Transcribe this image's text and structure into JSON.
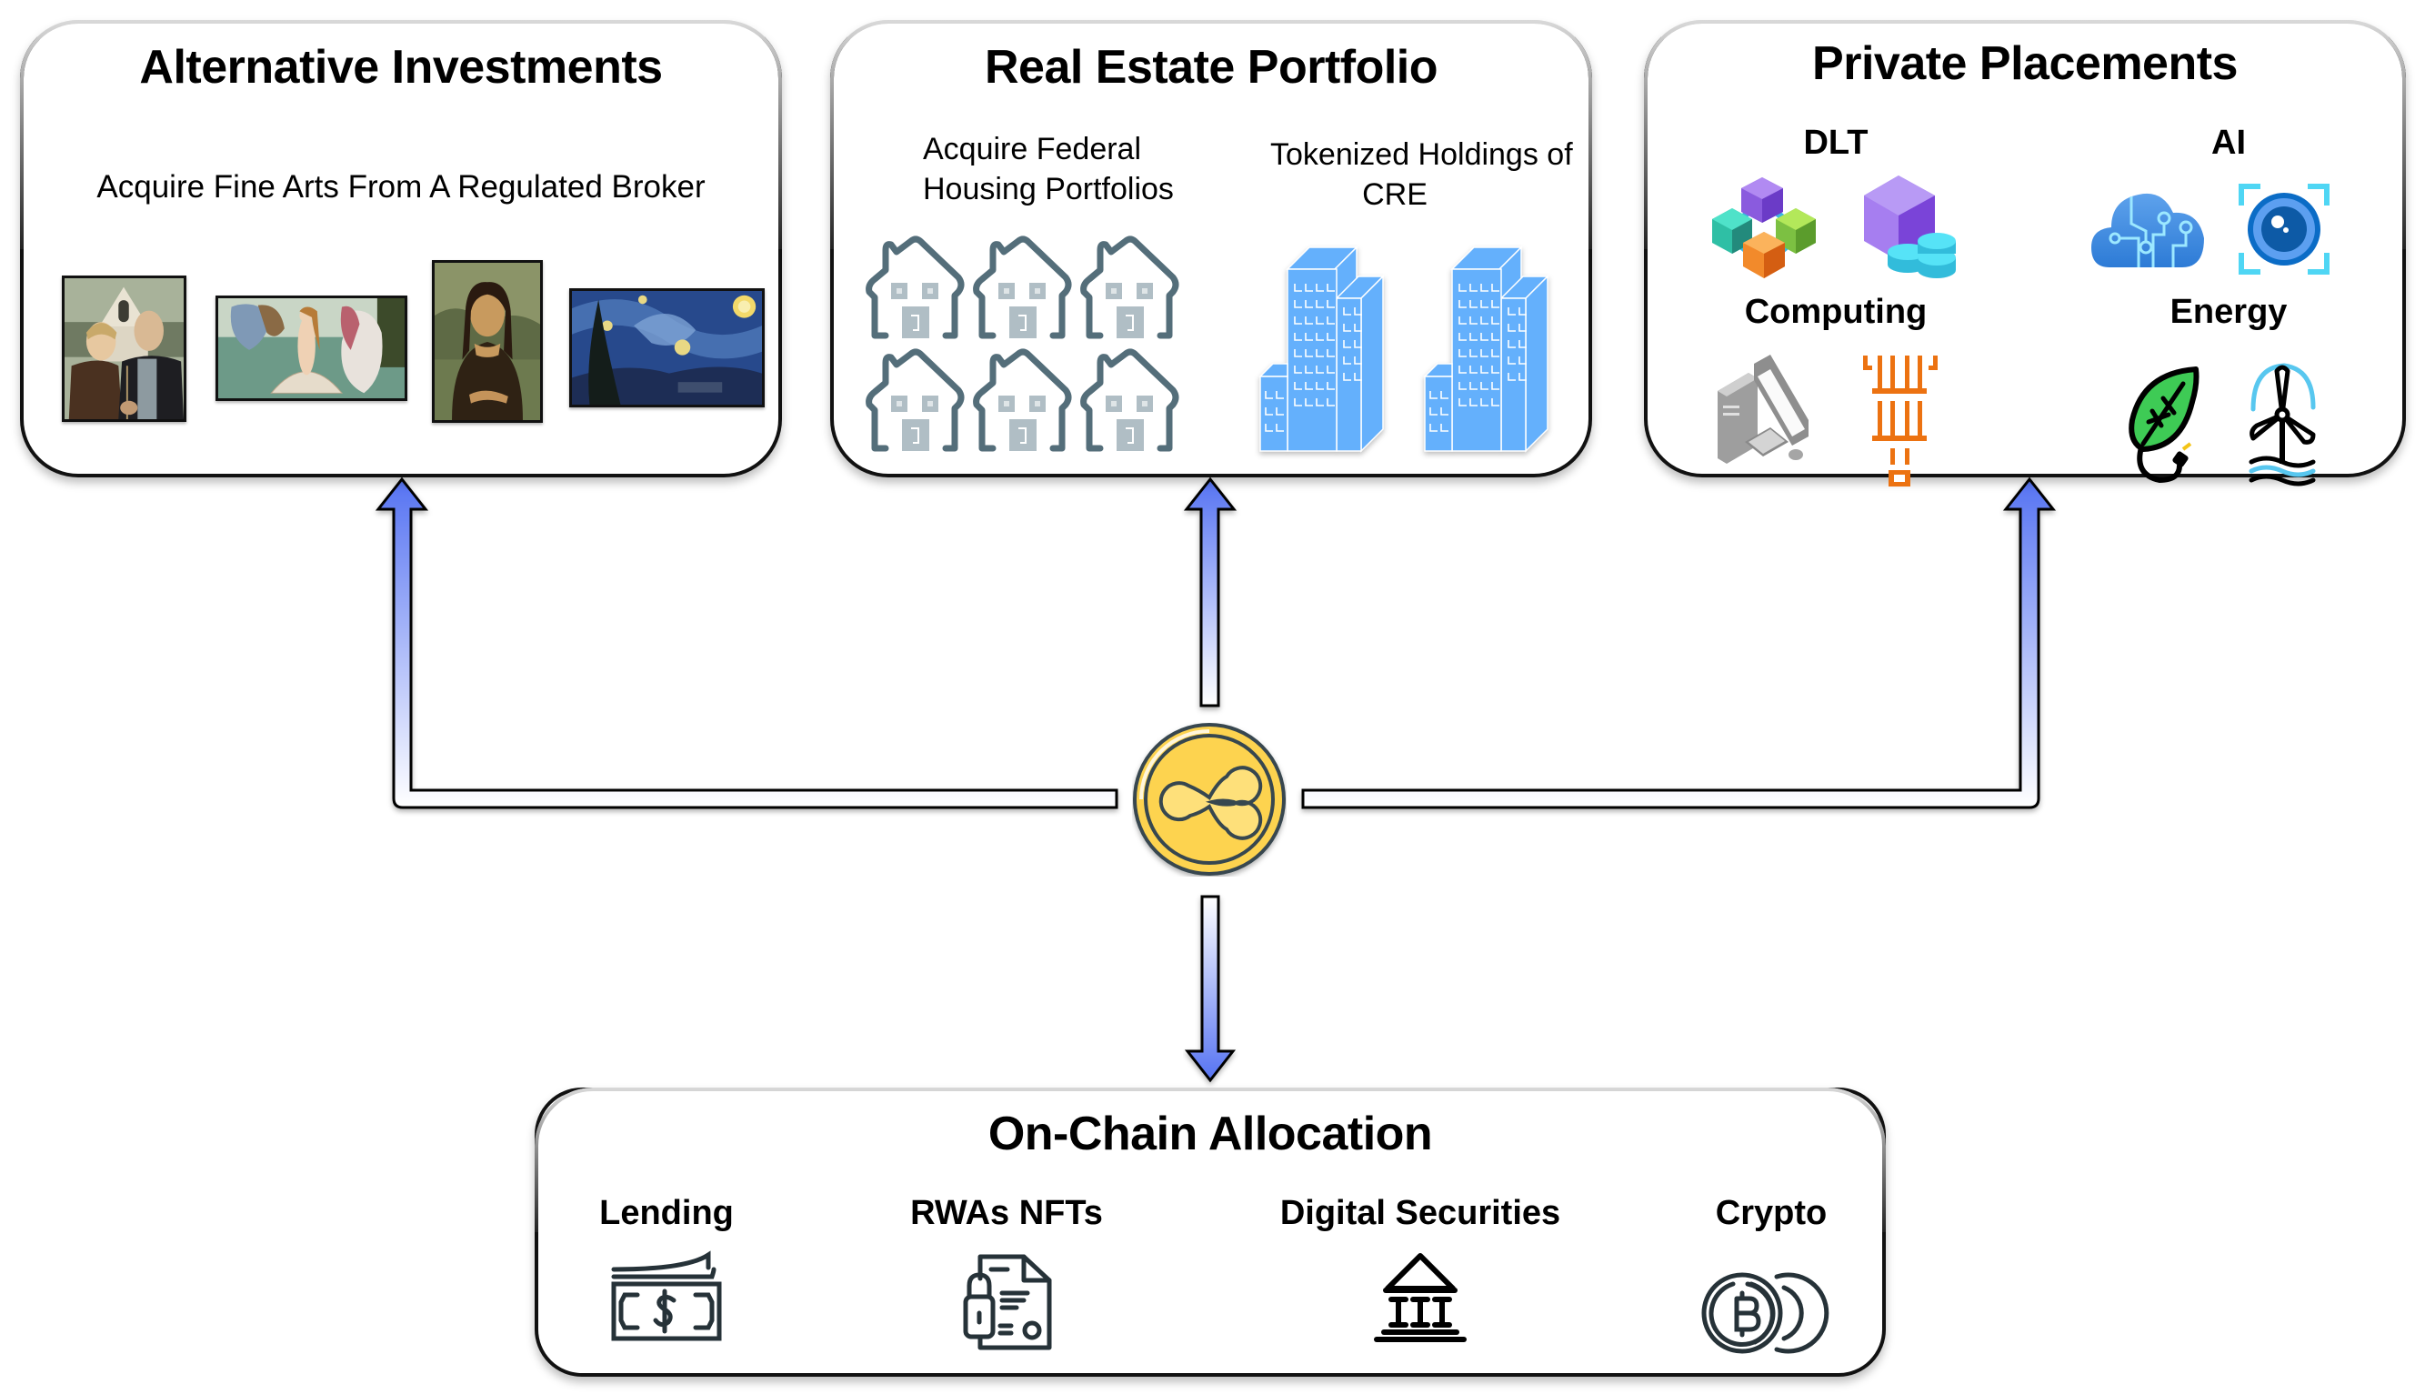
{
  "cards": {
    "alternative": {
      "title": "Alternative Investments",
      "subtitle": "Acquire Fine Arts From A Regulated Broker",
      "artworks": [
        {
          "name": "american-gothic"
        },
        {
          "name": "birth-of-venus"
        },
        {
          "name": "mona-lisa"
        },
        {
          "name": "starry-night"
        }
      ]
    },
    "real_estate": {
      "title": "Real Estate Portfolio",
      "left_caption_line1": "Acquire Federal",
      "left_caption_line2": "Housing Portfolios",
      "right_caption_line1": "Tokenized Holdings of",
      "right_caption_line2": "CRE",
      "house_count": 6,
      "building_count": 2,
      "colors": {
        "house_outline": "#546e7a",
        "house_fill": "#b0bec5",
        "building": "#64b0fc"
      }
    },
    "private": {
      "title": "Private Placements",
      "groups": [
        {
          "label": "DLT",
          "icons": [
            "blockchain-network-icon",
            "block-storage-icon"
          ]
        },
        {
          "label": "AI",
          "icons": [
            "ai-cloud-icon",
            "computer-vision-icon"
          ]
        },
        {
          "label": "Computing",
          "icons": [
            "desktop-computer-icon",
            "quantum-processor-icon"
          ]
        },
        {
          "label": "Energy",
          "icons": [
            "green-energy-leaf-icon",
            "wind-turbine-icon"
          ]
        }
      ]
    },
    "onchain": {
      "title": "On-Chain Allocation",
      "items": [
        {
          "label": "Lending",
          "icon": "cash-icon"
        },
        {
          "label": "RWAs NFTs",
          "icon": "locked-document-icon"
        },
        {
          "label": "Digital Securities",
          "icon": "bank-icon"
        },
        {
          "label": "Crypto",
          "icon": "bitcoin-coins-icon"
        }
      ]
    }
  },
  "hub": {
    "icon": "xrp-coin-icon",
    "color": "#fdd34f"
  },
  "arrows": {
    "gradient_start": "#ffffff",
    "gradient_end": "#5673f2"
  }
}
